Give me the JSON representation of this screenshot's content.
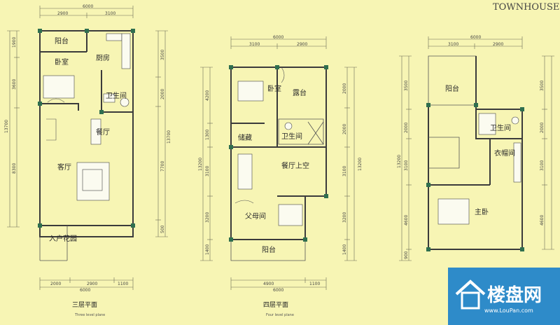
{
  "header": {
    "brand": "TOWNHOUSE-"
  },
  "plans": [
    {
      "caption": "三层平面",
      "subcaption": "Three level plane",
      "rooms": [
        "阳台",
        "厨房",
        "卧室",
        "卫生间",
        "餐厅",
        "客厅",
        "入户花园"
      ],
      "dims_top_total": "6000",
      "dims_top": [
        "2900",
        "3100"
      ],
      "dims_bottom": [
        "2000",
        "2900",
        "1100"
      ],
      "dims_bottom_total": "6000",
      "dims_left": [
        "1900",
        "3600",
        "8300"
      ],
      "dims_left_total": "13700",
      "dims_right": [
        "3500",
        "2000",
        "7700",
        "500"
      ],
      "dims_right_total": "13700"
    },
    {
      "caption": "四层平面",
      "subcaption": "Four level plane",
      "rooms": [
        "卧室",
        "露台",
        "储藏",
        "卫生间",
        "餐厅上空",
        "父母间",
        "阳台"
      ],
      "dims_top_total": "6000",
      "dims_top": [
        "3100",
        "2900"
      ],
      "dims_bottom": [
        "4900",
        "1100"
      ],
      "dims_bottom_total": "6000",
      "dims_left": [
        "4200",
        "1300",
        "3100",
        "3200",
        "1400"
      ],
      "dims_left_total": "13200",
      "dims_right": [
        "2000",
        "2000",
        "3100",
        "3200",
        "1400"
      ],
      "dims_right_total": "13200"
    },
    {
      "caption": "",
      "subcaption": "",
      "rooms": [
        "阳台",
        "卫生间",
        "衣帽间",
        "主卧"
      ],
      "dims_top_total": "6000",
      "dims_top": [
        "3100",
        "2900"
      ],
      "dims_left": [
        "3500",
        "2000",
        "3100",
        "4600",
        "900"
      ],
      "dims_left_total": "13200",
      "dims_right": [
        "3500",
        "2000",
        "3100",
        "4600"
      ]
    }
  ],
  "watermark": {
    "text": "楼盘网",
    "url": "www.LouPan.com"
  },
  "colors": {
    "background": "#F7F5B4",
    "watermark": "#2e8bc9",
    "corner": "#2f6f4f"
  }
}
